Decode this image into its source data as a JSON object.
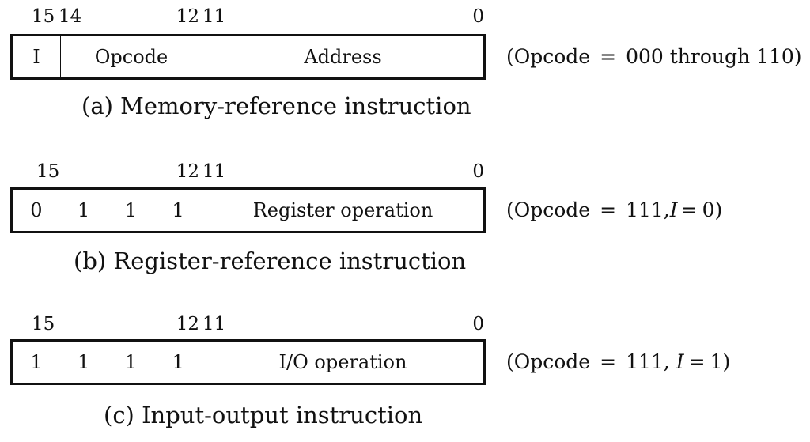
{
  "formats": [
    {
      "bit_labels": {
        "b15": "15",
        "b14": "14",
        "b12": "12",
        "b11": "11",
        "b0": "0"
      },
      "fields": [
        {
          "text": "I"
        },
        {
          "text": "Opcode"
        },
        {
          "text": "Address"
        }
      ],
      "note": {
        "open": "(Opcode",
        "eq": "=",
        "value": "000 through 110)"
      },
      "caption": "(a) Memory-reference instruction"
    },
    {
      "bit_labels": {
        "b15": "15",
        "b12": "12",
        "b11": "11",
        "b0": "0"
      },
      "bits": [
        "0",
        "1",
        "1",
        "1"
      ],
      "field": "Register operation",
      "note": {
        "open": "(Opcode",
        "eq": "=",
        "value": "111,",
        "var": "I",
        "eq2": "=",
        "value2": "0)"
      },
      "caption": "(b) Register-reference instruction"
    },
    {
      "bit_labels": {
        "b15": "15",
        "b12": "12",
        "b11": "11",
        "b0": "0"
      },
      "bits": [
        "1",
        "1",
        "1",
        "1"
      ],
      "field": "I/O operation",
      "note": {
        "open": "(Opcode",
        "eq": "=",
        "value": "111,",
        "var": "I",
        "eq2": "=",
        "value2": "1)"
      },
      "caption": "(c) Input-output instruction"
    }
  ]
}
